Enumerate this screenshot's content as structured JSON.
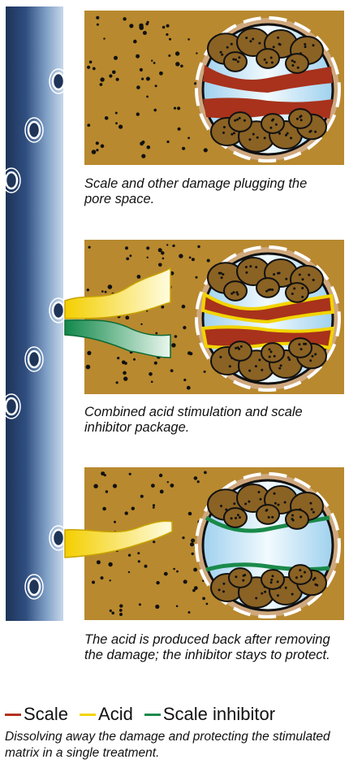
{
  "captions": {
    "panel1": "Scale and other damage plugging the pore space.",
    "panel2": "Combined acid stimulation and scale inhibitor package.",
    "panel3": "The acid is produced back after removing the damage; the inhibitor stays to protect."
  },
  "legend": [
    {
      "label": "Scale",
      "color": "#b3321e"
    },
    {
      "label": "Acid",
      "color": "#f2d400"
    },
    {
      "label": "Scale inhibitor",
      "color": "#1a8a4a"
    }
  ],
  "footer": "Dissolving away the damage and protecting the stimulated matrix in a single treatment.",
  "colors": {
    "formation": "#b8892f",
    "pipe": "#27406b",
    "pore_fluid": "#cfe8f6",
    "grain": "#8a6224",
    "rim": "#cfa77c"
  }
}
